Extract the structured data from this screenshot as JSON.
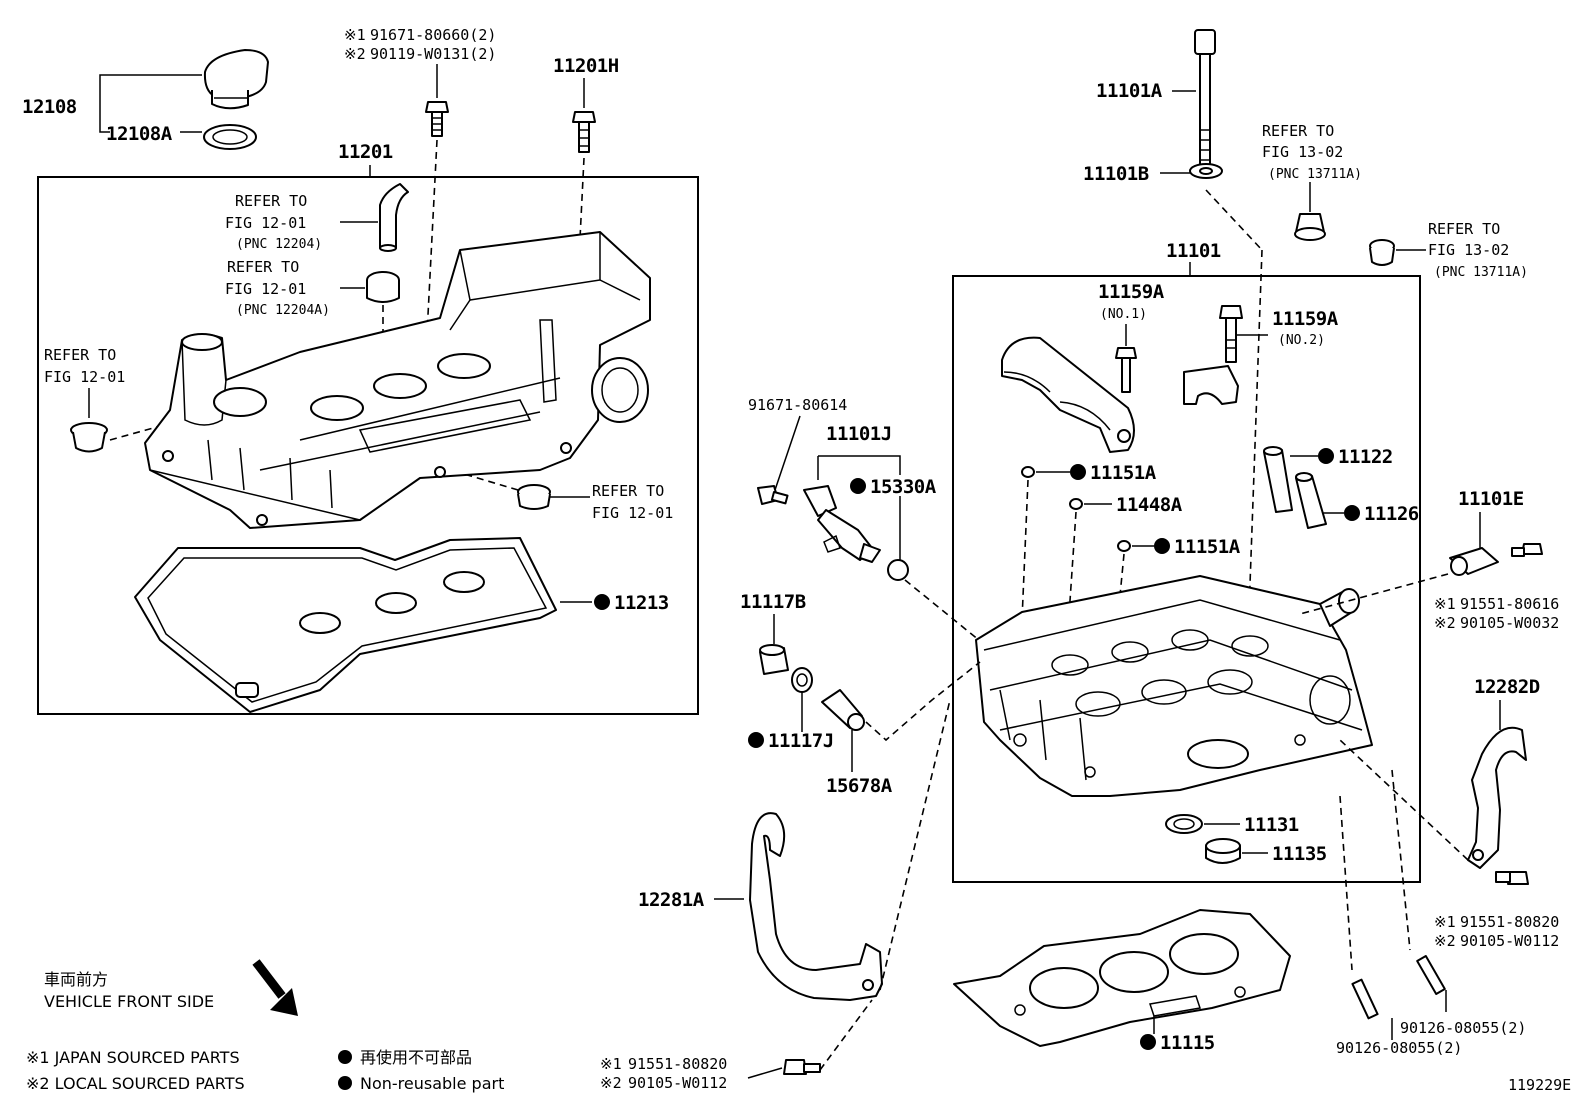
{
  "parts": {
    "p12108": "12108",
    "p12108a": "12108A",
    "p91671_80660": "91671-80660(2)",
    "p90119_w0131": "90119-W0131(2)",
    "p11201h": "11201H",
    "p11201": "11201",
    "p11213": "11213",
    "p11101a": "11101A",
    "p11101b": "11101B",
    "p11101": "11101",
    "p11159a_1": "11159A",
    "p11159a_2": "11159A",
    "p91671_80614": "91671-80614",
    "p11101j": "11101J",
    "p15330a": "15330A",
    "p11151a_1": "11151A",
    "p11448a": "11448A",
    "p11151a_2": "11151A",
    "p11122": "11122",
    "p11126": "11126",
    "p11101e": "11101E",
    "p91551_80616": "91551-80616",
    "p90105_w0032": "90105-W0032",
    "p11117b": "11117B",
    "p11117j": "11117J",
    "p15678a": "15678A",
    "p12282d": "12282D",
    "p11131": "11131",
    "p11135": "11135",
    "p12281a": "12281A",
    "p91551_80820_r": "91551-80820",
    "p90105_w0112_r": "90105-W0112",
    "p91551_80820_l": "91551-80820",
    "p90105_w0112_l": "90105-W0112",
    "p90126_a": "90126-08055(2)",
    "p90126_b": "90126-08055(2)",
    "p11115": "11115"
  },
  "refs": {
    "refer_to": "REFER TO",
    "fig_12_01": "FIG 12-01",
    "fig_13_02": "FIG 13-02",
    "pnc_12204": "(PNC 12204)",
    "pnc_12204a": "(PNC 12204A)",
    "pnc_13711a": "(PNC 13711A)",
    "no1": "(NO.1)",
    "no2": "(NO.2)"
  },
  "marks": {
    "m1": "※1",
    "m2": "※2"
  },
  "legend": {
    "front_jp": "車両前方",
    "front_en": "VEHICLE FRONT SIDE",
    "japan_sourced": "※1 JAPAN SOURCED PARTS",
    "local_sourced": "※2 LOCAL SOURCED PARTS",
    "nonreuse_jp": "再使用不可部品",
    "nonreuse_en": "Non-reusable part"
  },
  "figure_code": "119229E"
}
